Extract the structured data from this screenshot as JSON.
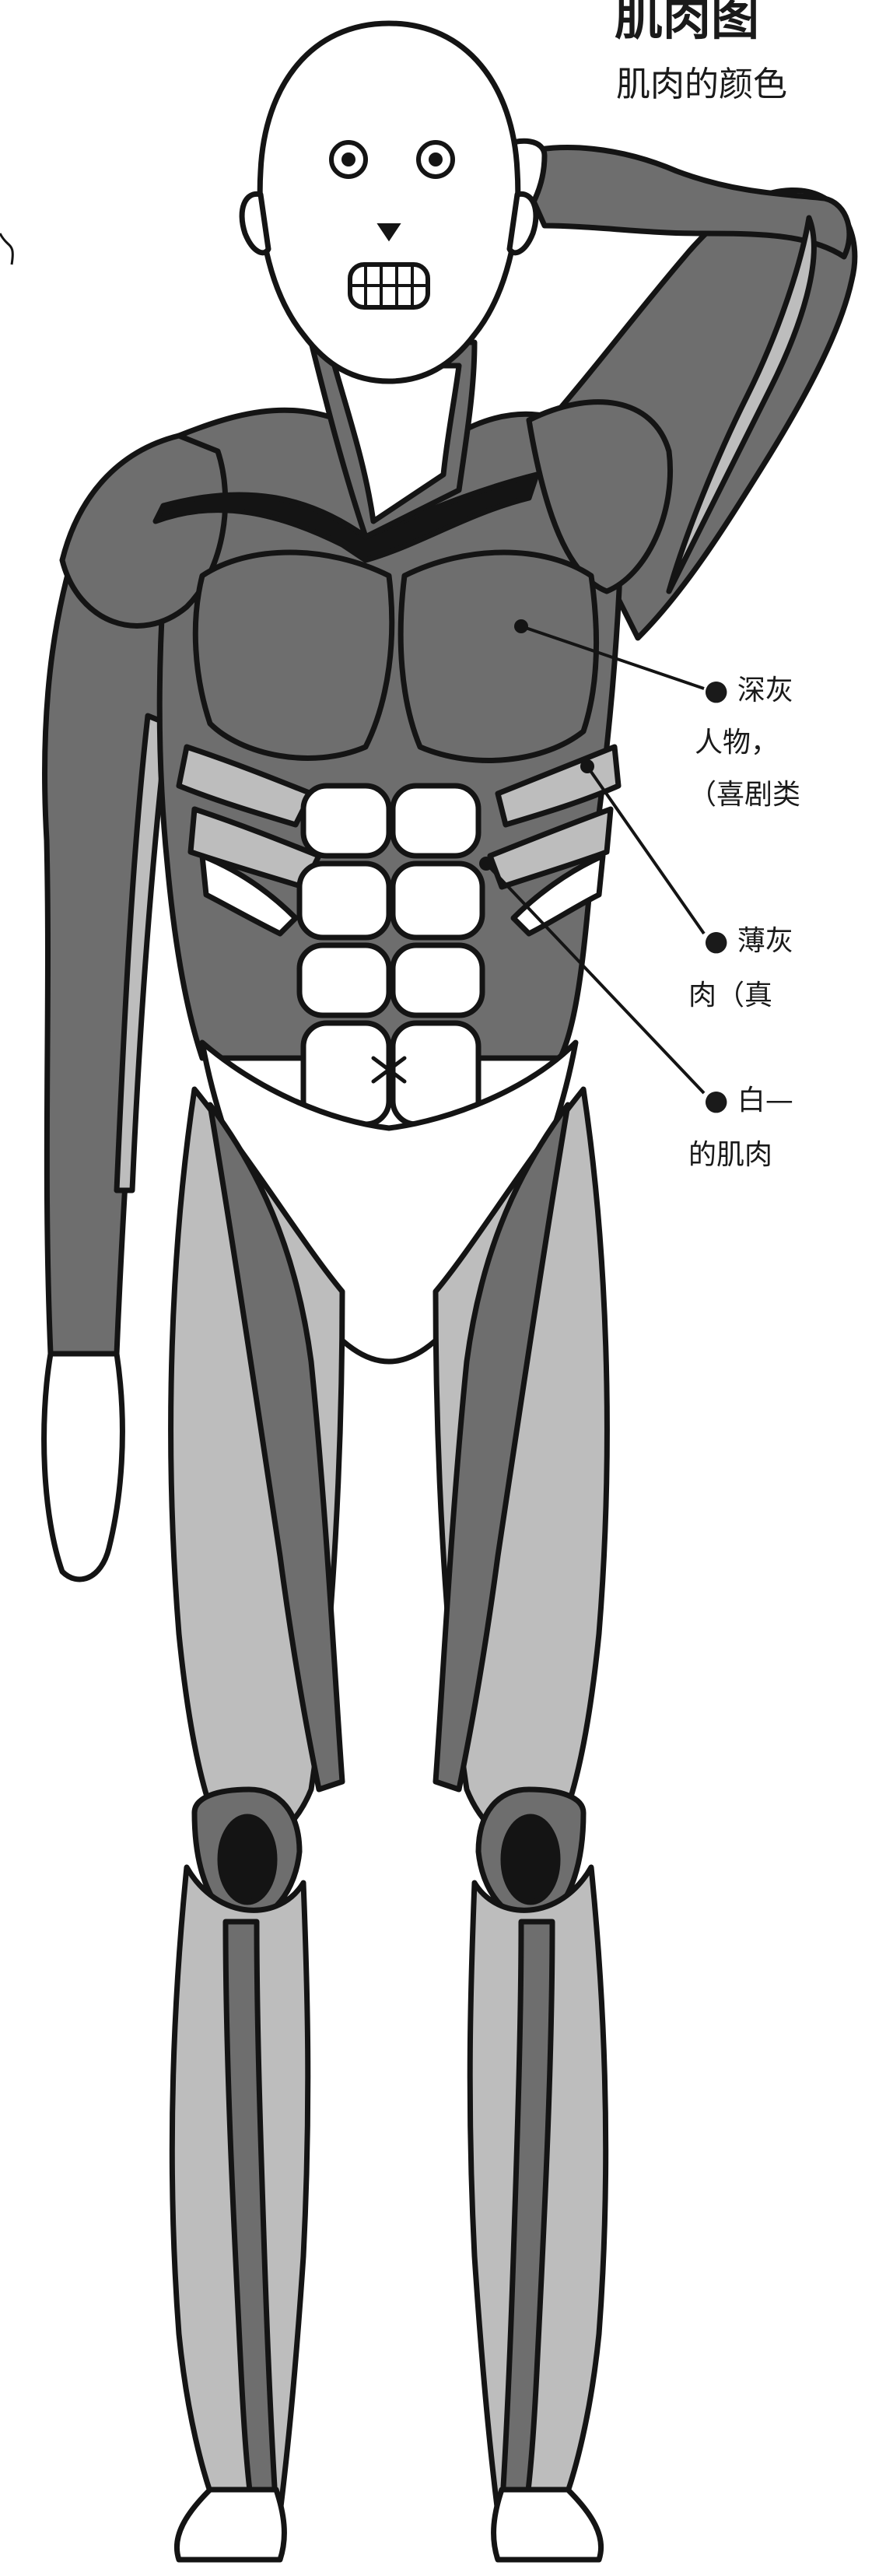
{
  "title": {
    "line1": "肌肉图",
    "line2": "肌肉的颜色"
  },
  "callouts": [
    {
      "line1": "● 深灰",
      "line2": "人物，",
      "line3": "（喜剧类"
    },
    {
      "line1": "● 薄灰",
      "line2": "肉（真"
    },
    {
      "line1": "● 白—",
      "line2": "的肌肉"
    }
  ],
  "colors": {
    "dark_gray_muscle": "#6e6e6e",
    "light_gray_muscle": "#bdbdbd",
    "white_muscle": "#ffffff",
    "outline": "#141414"
  }
}
